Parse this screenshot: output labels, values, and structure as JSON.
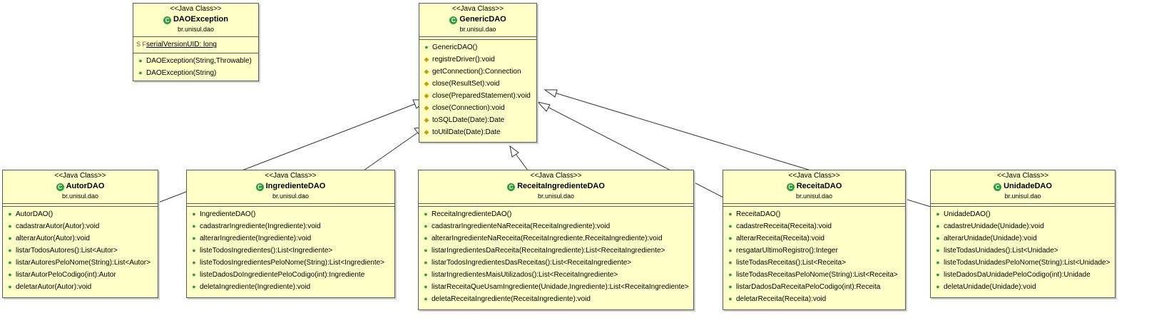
{
  "stereotype": "<<Java Class>>",
  "classes": {
    "daoexception": {
      "name": "DAOException",
      "package": "br.unisul.dao",
      "attributes": [
        "serialVersionUID: long"
      ],
      "operations": [
        "DAOException(String,Throwable)",
        "DAOException(String)"
      ]
    },
    "genericdao": {
      "name": "GenericDAO",
      "package": "br.unisul.dao",
      "operations": [
        "GenericDAO()",
        "registreDriver():void",
        "getConnection():Connection",
        "close(ResultSet):void",
        "close(PreparedStatement):void",
        "close(Connection):void",
        "toSQLDate(Date):Date",
        "toUtilDate(Date):Date"
      ]
    },
    "autordao": {
      "name": "AutorDAO",
      "package": "br.unisul.dao",
      "operations": [
        "AutorDAO()",
        "cadastrarAutor(Autor):void",
        "alterarAutor(Autor):void",
        "listarTodosAutores():List<Autor>",
        "listarAutoresPeloNome(String):List<Autor>",
        "listarAutorPeloCodigo(int):Autor",
        "deletarAutor(Autor):void"
      ]
    },
    "ingredientedao": {
      "name": "IngredienteDAO",
      "package": "br.unisul.dao",
      "operations": [
        "IngredienteDAO()",
        "cadastrarIngrediente(Ingrediente):void",
        "alterarIngrediente(Ingrediente):void",
        "listeTodosIngredientes():List<Ingrediente>",
        "listeTodosIngredientesPeloNome(String):List<Ingrediente>",
        "listeDadosDoIngredientePeloCodigo(int):Ingrediente",
        "deletaIngrediente(Ingrediente):void"
      ]
    },
    "receitaingredientedao": {
      "name": "ReceitaIngredienteDAO",
      "package": "br.unisul.dao",
      "operations": [
        "ReceitaIngredienteDAO()",
        "cadastrarIngredienteNaReceita(ReceitaIngrediente):void",
        "alterarIngredienteNaReceita(ReceitaIngrediente,ReceitaIngrediente):void",
        "listarIngredientesDaReceita(ReceitaIngrediente):List<ReceitaIngrediente>",
        "listarTodosIngredientesDasReceitas():List<ReceitaIngrediente>",
        "listarIngredientesMaisUtilizados():List<ReceitaIngrediente>",
        "listarReceitaQueUsamIngrediente(Unidade,Ingrediente):List<ReceitaIngrediente>",
        "deletaReceitaIngrediente(ReceitaIngrediente):void"
      ]
    },
    "receitadao": {
      "name": "ReceitaDAO",
      "package": "br.unisul.dao",
      "operations": [
        "ReceitaDAO()",
        "cadastreReceita(Receita):void",
        "alterarReceita(Receita):void",
        "resgatarUltimoRegistro():Integer",
        "listeTodasReceitas():List<Receita>",
        "listeTodasReceitasPeloNome(String):List<Receita>",
        "listarDadosDaReceitaPeloCodigo(int):Receita",
        "deletarReceita(Receita):void"
      ]
    },
    "unidadedao": {
      "name": "UnidadeDAO",
      "package": "br.unisul.dao",
      "operations": [
        "UnidadeDAO()",
        "cadastreUnidade(Unidade):void",
        "alterarUnidade(Unidade):void",
        "listeTodasUnidades():List<Unidade>",
        "listeTodasUnidadesPeloNome(String):List<Unidade>",
        "listeDadosDaUnidadePeloCodigo(int):Unidade",
        "deletaUnidade(Unidade):void"
      ]
    }
  },
  "colors": {
    "box_fill": "#ffffc8",
    "border": "#5a5a5a",
    "class_icon": "#2e9e3e",
    "protected_icon": "#c8a000"
  }
}
